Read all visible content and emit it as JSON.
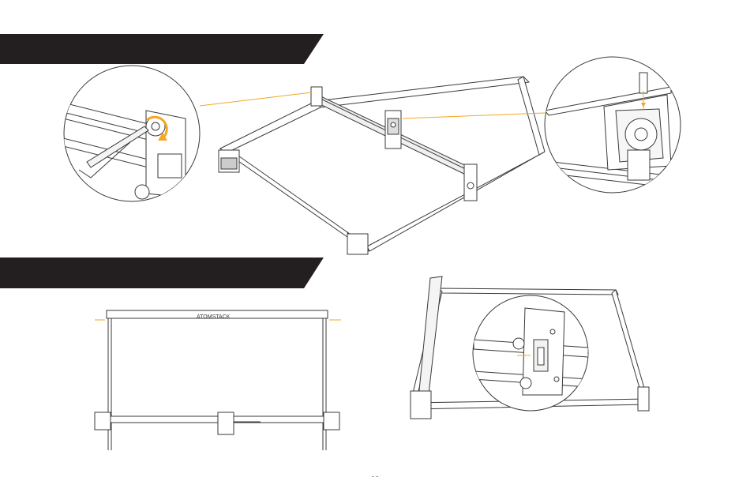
{
  "page": {
    "brand_text": "ATOMSTACK",
    "page_number": "- -"
  },
  "colors": {
    "banner": "#231f20",
    "accent": "#f5a623",
    "line": "#3a3a3a",
    "frame_fill": "#ffffff"
  },
  "sections": [
    {
      "name": "section-1-banner",
      "label": ""
    },
    {
      "name": "section-2-banner",
      "label": ""
    }
  ]
}
